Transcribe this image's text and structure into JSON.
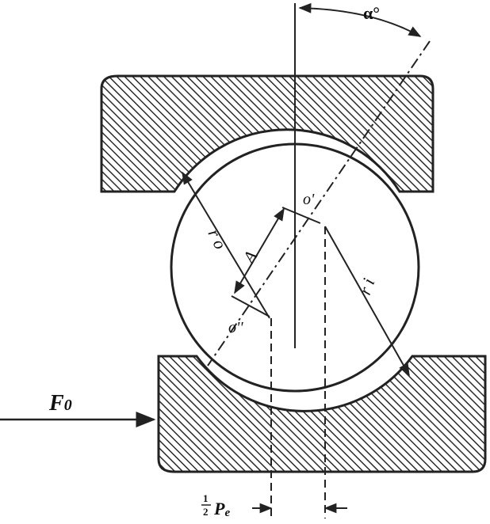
{
  "colors": {
    "outline": "#222222",
    "hatch": "#2b2b2b",
    "background": "#ffffff"
  },
  "labels": {
    "alpha": "α°",
    "o_prime": "o'",
    "o_double_prime": "o''",
    "A": "A",
    "r_o": "r o",
    "r_i": "r i",
    "F0_main": "F",
    "F0_sub": "0",
    "half_num": "1",
    "half_den": "2",
    "Pe_main": "P",
    "Pe_sub": "e"
  }
}
